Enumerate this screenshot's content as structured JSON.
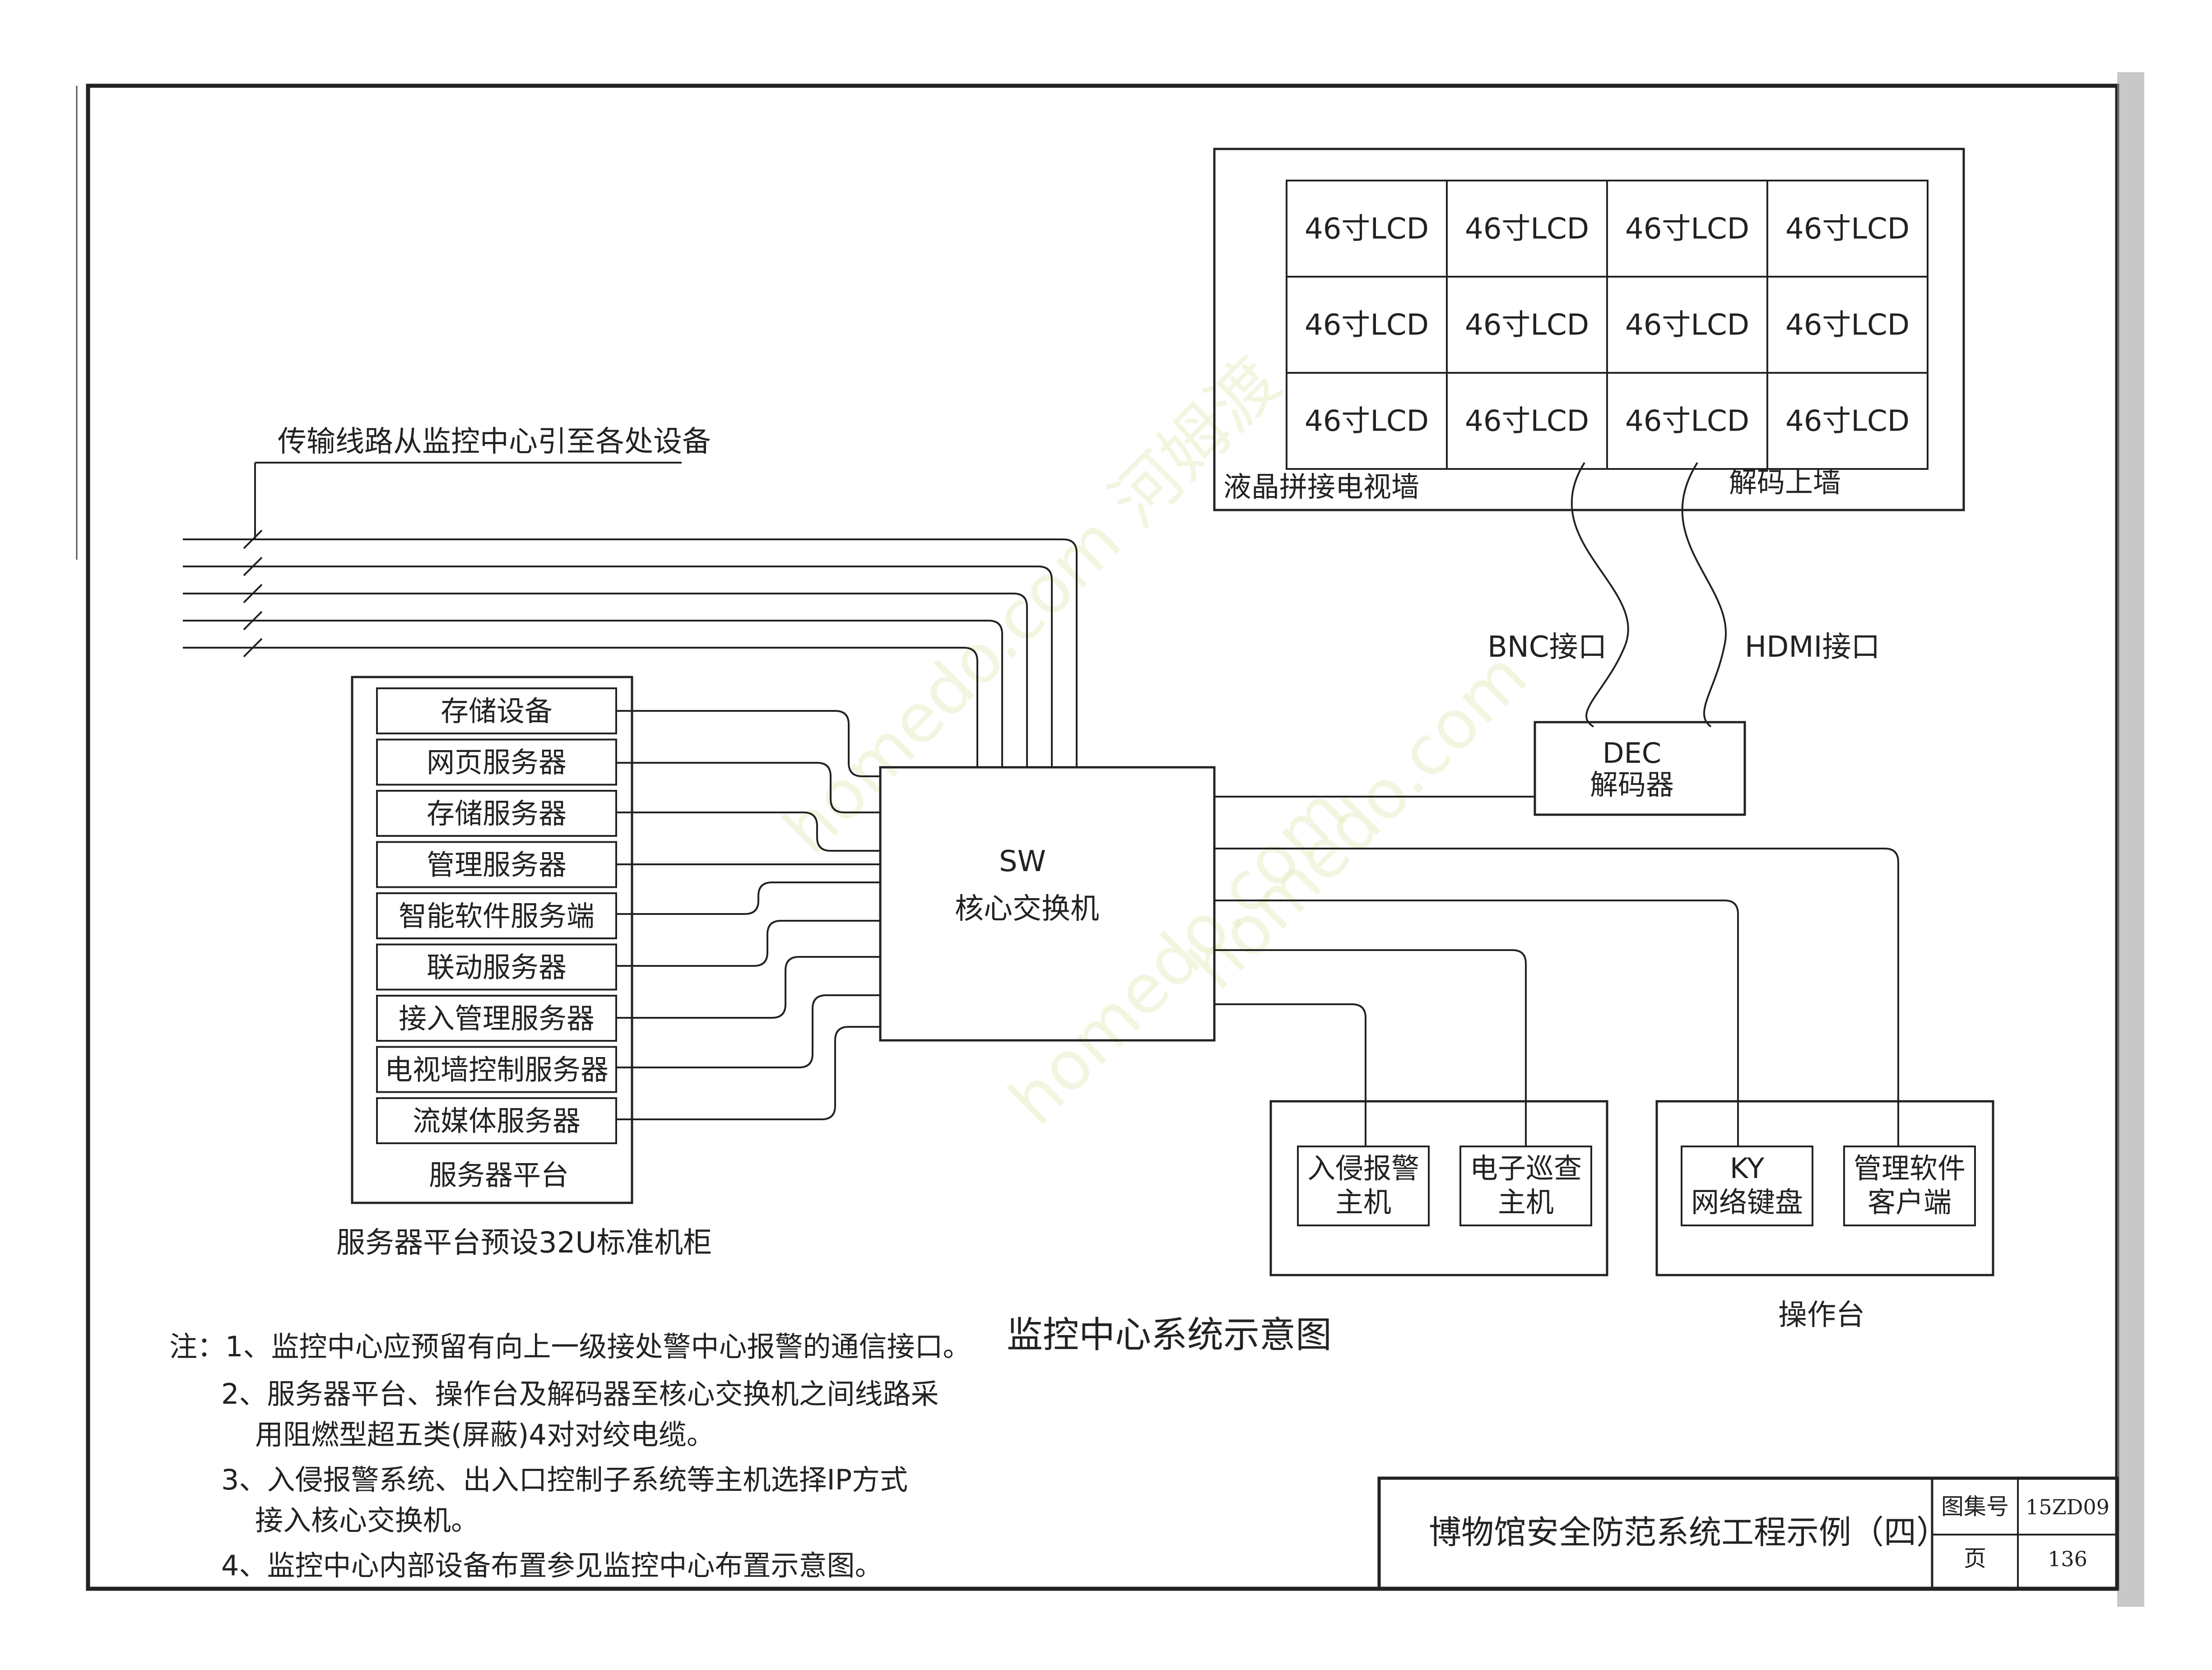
{
  "colors": {
    "ink": "#222222",
    "paper": "#ffffff",
    "watermark": "#dcebb4"
  },
  "lcd_wall": {
    "cells": [
      "46寸LCD",
      "46寸LCD",
      "46寸LCD",
      "46寸LCD",
      "46寸LCD",
      "46寸LCD",
      "46寸LCD",
      "46寸LCD",
      "46寸LCD",
      "46寸LCD",
      "46寸LCD",
      "46寸LCD"
    ],
    "caption": "液晶拼接电视墙",
    "decode_label": "解码上墙"
  },
  "transmission_label": "传输线路从监控中心引至各处设备",
  "interfaces": {
    "bnc": "BNC接口",
    "hdmi": "HDMI接口"
  },
  "decoder": {
    "line1": "DEC",
    "line2": "解码器"
  },
  "switch": {
    "line1": "SW",
    "line2": "核心交换机"
  },
  "servers": {
    "items": [
      "存储设备",
      "网页服务器",
      "存储服务器",
      "管理服务器",
      "智能软件服务端",
      "联动服务器",
      "接入管理服务器",
      "电视墙控制服务器",
      "流媒体服务器"
    ],
    "platform_label": "服务器平台",
    "rack_caption": "服务器平台预设32U标准机柜"
  },
  "hosts": {
    "intrusion": {
      "line1": "入侵报警",
      "line2": "主机"
    },
    "patrol": {
      "line1": "电子巡查",
      "line2": "主机"
    }
  },
  "console": {
    "keyboard": {
      "line1": "KY",
      "line2": "网络键盘"
    },
    "client": {
      "line1": "管理软件",
      "line2": "客户端"
    },
    "caption": "操作台"
  },
  "diagram_title": "监控中心系统示意图",
  "notes": [
    "注：1、监控中心应预留有向上一级接处警中心报警的通信接口。",
    "2、服务器平台、操作台及解码器至核心交换机之间线路采",
    "用阻燃型超五类(屏蔽)4对对绞电缆。",
    "3、入侵报警系统、出入口控制子系统等主机选择IP方式",
    "接入核心交换机。",
    "4、监控中心内部设备布置参见监控中心布置示意图。"
  ],
  "title_block": {
    "title": "博物馆安全防范系统工程示例（四）",
    "atlas_label": "图集号",
    "atlas_number": "15ZD09",
    "page_label": "页",
    "page_number": "136"
  },
  "watermarks": [
    "homedo.com 河姆渡",
    "homedo.com",
    "homedo.com"
  ]
}
